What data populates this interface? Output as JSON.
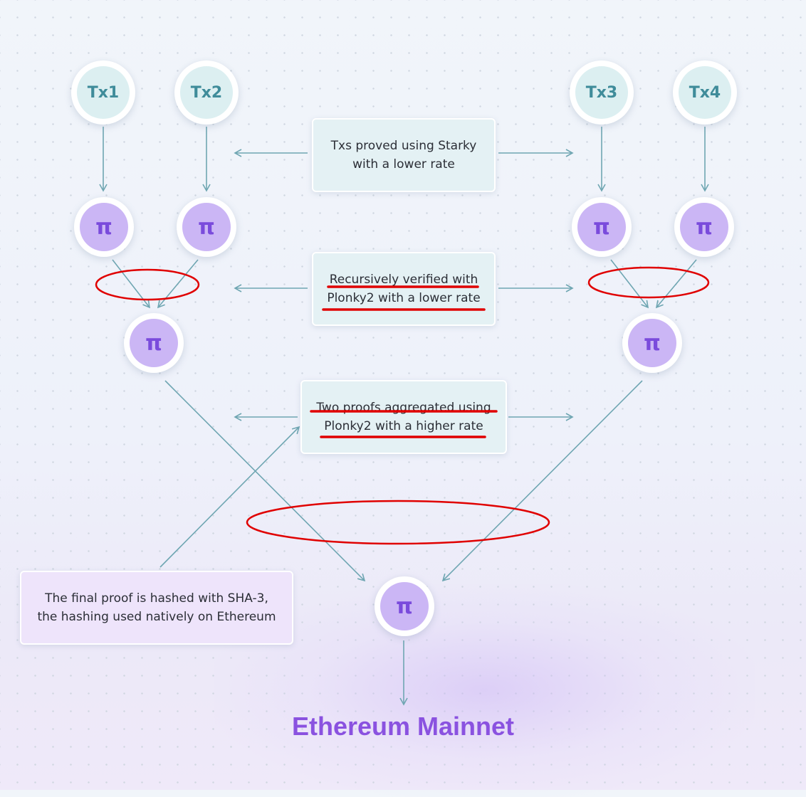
{
  "nodes": {
    "tx1": "Tx1",
    "tx2": "Tx2",
    "tx3": "Tx3",
    "tx4": "Tx4",
    "pi": "π"
  },
  "callouts": {
    "starky": [
      "Txs proved using Starky",
      "with a lower rate"
    ],
    "recursive": [
      "Recursively verified with",
      "Plonky2 with a lower rate"
    ],
    "aggregated": [
      "Two proofs aggregated using",
      "Plonky2 with a higher rate"
    ],
    "final": [
      "The final proof is hashed with SHA-3,",
      "the hashing used natively on Ethereum"
    ]
  },
  "title": "Ethereum Mainnet",
  "colors": {
    "line": "#6fa6b2",
    "annotation": "#e00000",
    "pi_text": "#7a4bdc",
    "pi_fill": "#cbb6f5",
    "tx_text": "#3f8c9a",
    "tx_fill": "#dceff1",
    "title": "#8a52e0"
  }
}
